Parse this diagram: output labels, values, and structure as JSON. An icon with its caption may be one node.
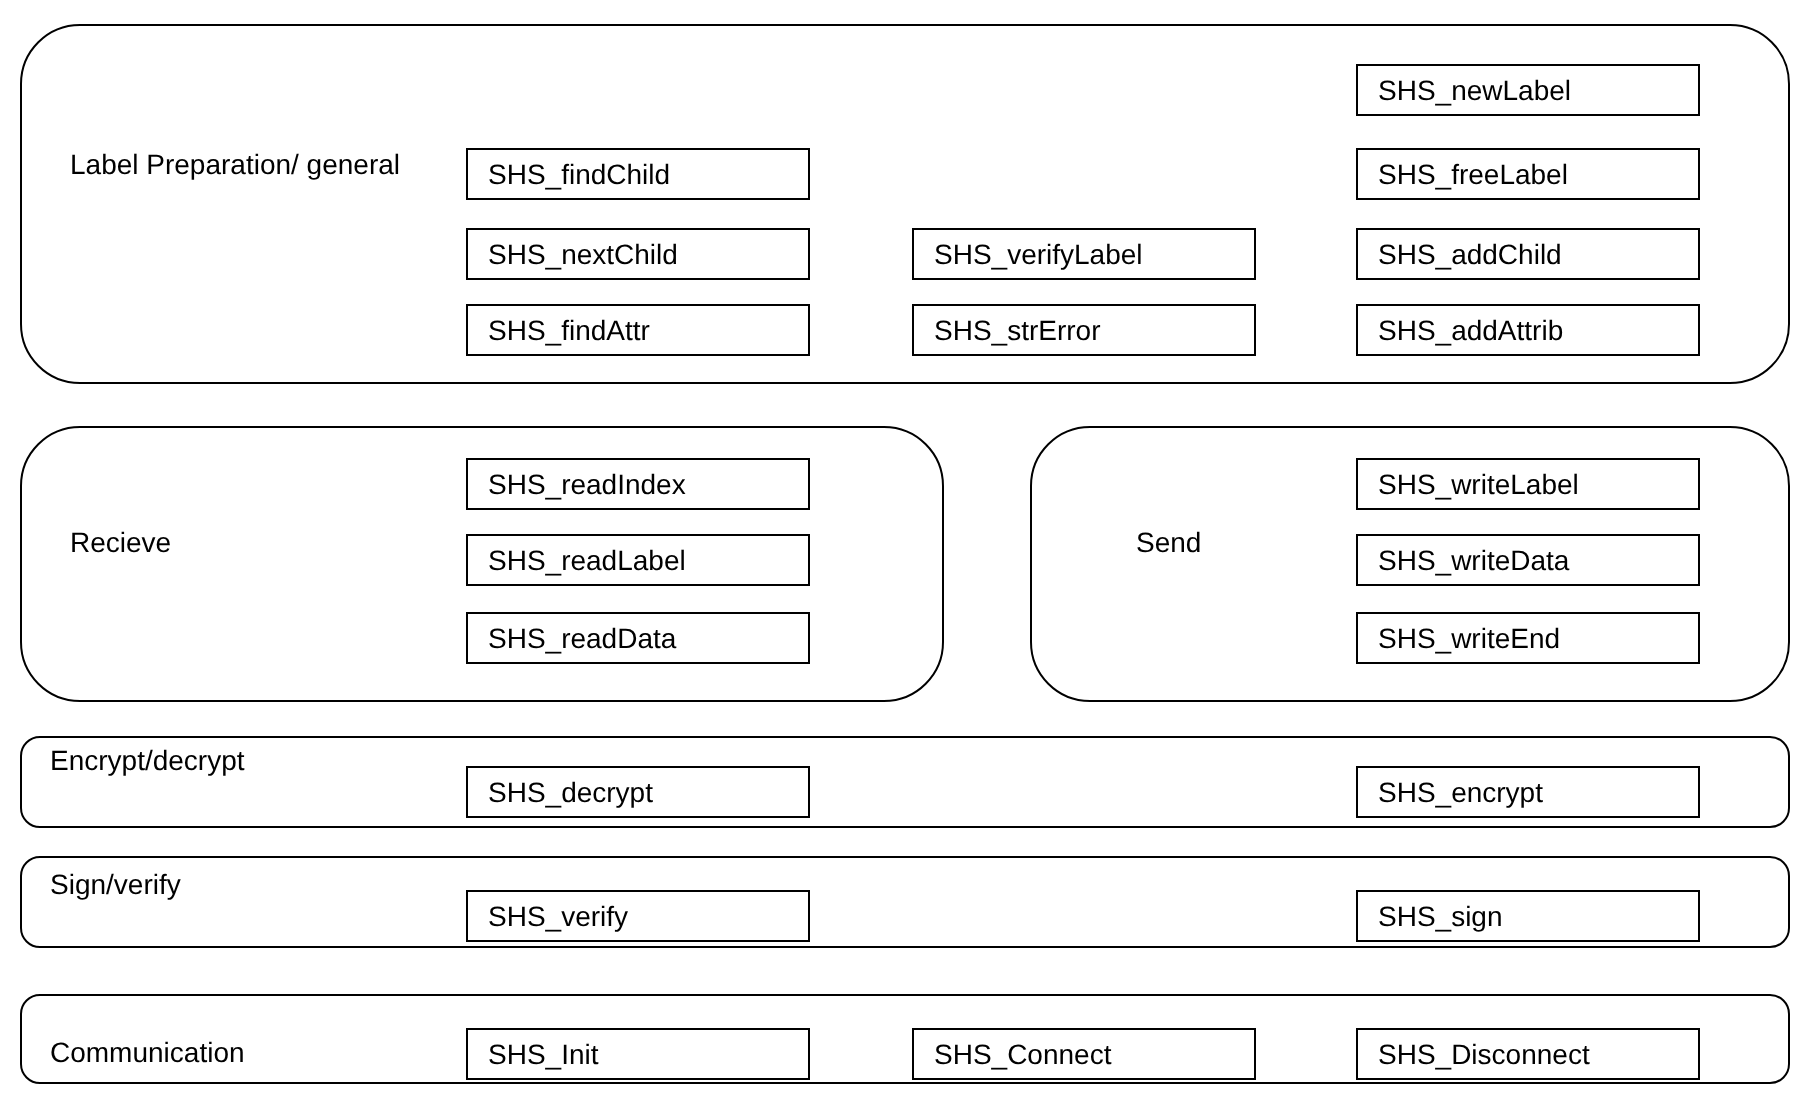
{
  "diagram": {
    "nodes": [
      {
        "text": [
          "Label Preparation/ general"
        ]
      },
      {
        "text": [
          "SHS_newLabel"
        ],
        "in": 0
      },
      {
        "text": [
          "SHS_findChild"
        ],
        "in": 0
      },
      {
        "text": [
          "SHS_freeLabel"
        ],
        "in": 0
      },
      {
        "text": [
          "SHS_nextChild"
        ],
        "in": 0
      },
      {
        "text": [
          "SHS_verifyLabel"
        ],
        "in": 0
      },
      {
        "text": [
          "SHS_addChild"
        ],
        "in": 0
      },
      {
        "text": [
          "SHS_findAttr"
        ],
        "in": 0
      },
      {
        "text": [
          "SHS_strError"
        ],
        "in": 0
      },
      {
        "text": [
          "SHS_addAttrib"
        ],
        "in": 0
      },
      {
        "text": [
          "Recieve"
        ]
      },
      {
        "text": [
          "SHS_readIndex"
        ],
        "in": 10
      },
      {
        "text": [
          "SHS_readLabel"
        ],
        "in": 10
      },
      {
        "text": [
          "SHS_readData"
        ],
        "in": 10
      },
      {
        "text": [
          "Send"
        ]
      },
      {
        "text": [
          "SHS_writeLabel"
        ],
        "in": 14
      },
      {
        "text": [
          "SHS_writeData"
        ],
        "in": 14
      },
      {
        "text": [
          "SHS_writeEnd"
        ],
        "in": 14
      },
      {
        "text": [
          "Encrypt/decrypt"
        ]
      },
      {
        "text": [
          "SHS_decrypt"
        ],
        "in": 18
      },
      {
        "text": [
          "SHS_encrypt"
        ],
        "in": 18
      },
      {
        "text": [
          "Sign/verify"
        ]
      },
      {
        "text": [
          "SHS_verify"
        ],
        "in": 21
      },
      {
        "text": [
          "SHS_sign"
        ],
        "in": 21
      },
      {
        "text": [
          "Communication"
        ]
      },
      {
        "text": [
          "SHS_Init"
        ],
        "in": 24
      },
      {
        "text": [
          "SHS_Connect"
        ],
        "in": 24
      },
      {
        "text": [
          "SHS_Disconnect"
        ],
        "in": 24
      }
    ]
  }
}
